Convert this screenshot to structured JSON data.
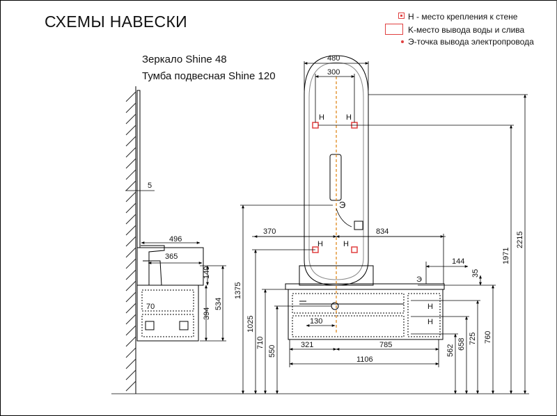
{
  "title": "СХЕМЫ НАВЕСКИ",
  "mirror_label": "Зеркало Shine 48",
  "cabinet_label": "Тумба подвесная Shine 120",
  "legend": {
    "mount_point": "H - место крепления к стене",
    "water_outlet": "K-место вывода воды и слива",
    "electric_outlet": "Э-точка вывода электропровода"
  },
  "colors": {
    "marker": "#e04040",
    "axis": "#e08a1e",
    "line": "#000000",
    "hatch": "#222222"
  },
  "dims": {
    "mirror_width": "480",
    "mount_spacing": "300",
    "wall_gap": "5",
    "side_depth": "496",
    "side_basin": "365",
    "side_140": "140",
    "side_70": "70",
    "side_394": "394",
    "side_534": "534",
    "h_1375": "1375",
    "h_1025": "1025",
    "h_710": "710",
    "h_550": "550",
    "d_370": "370",
    "d_834": "834",
    "d_144": "144",
    "d_35": "35",
    "d_130": "130",
    "d_321": "321",
    "d_785": "785",
    "d_1106": "1106",
    "h_562": "562",
    "h_658": "658",
    "h_725": "725",
    "h_760": "760",
    "h_1971": "1971",
    "h_2215": "2215"
  },
  "marks": {
    "mount": "H",
    "electric": "Э"
  }
}
